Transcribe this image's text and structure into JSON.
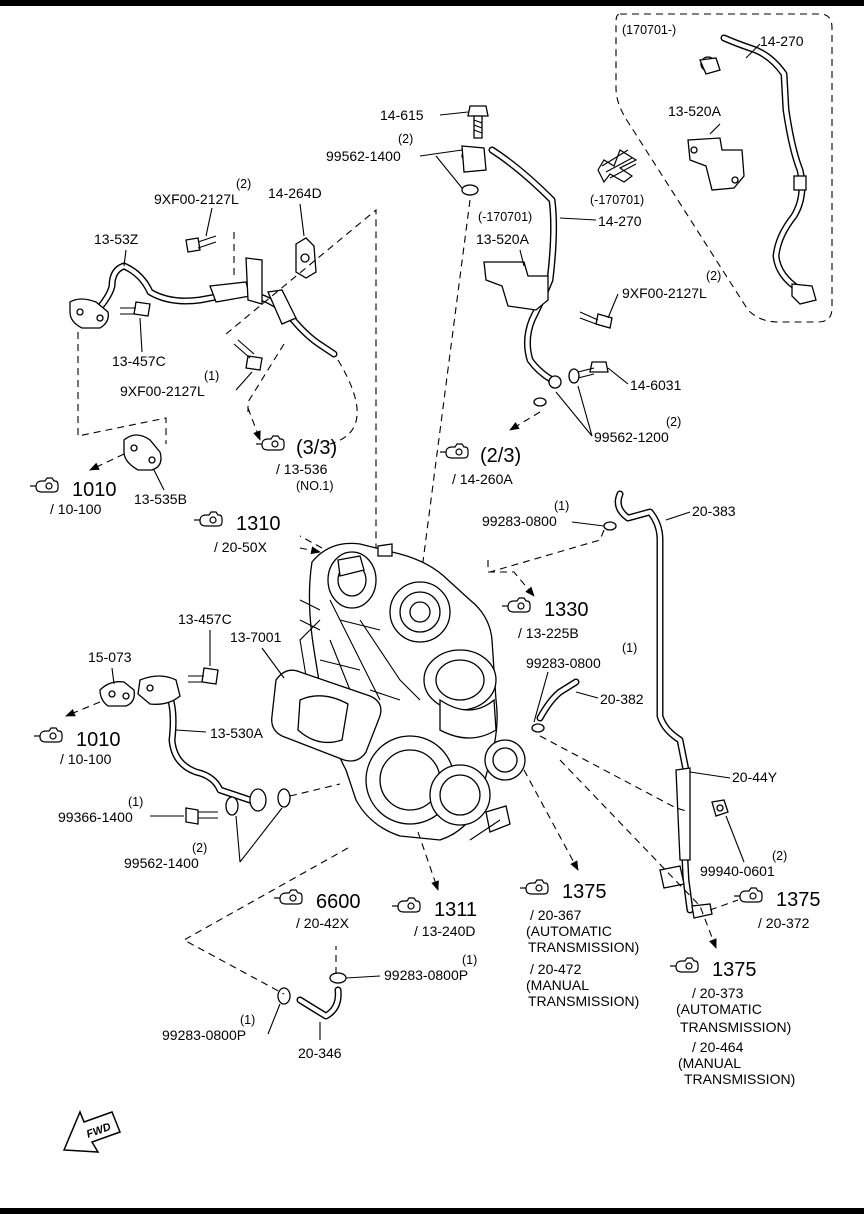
{
  "labels": {
    "l_170701_new": "(170701-)",
    "l_14_270_inset": "14-270",
    "l_13_520A_inset": "13-520A",
    "l_14_615": "14-615",
    "l_q2_a": "(2)",
    "l_99562_1400_top": "99562-1400",
    "l_170701_old_a": "(-170701)",
    "l_14_270": "14-270",
    "l_170701_old_b": "(-170701)",
    "l_13_520A": "13-520A",
    "l_q2_b": "(2)",
    "l_9XF00_2127L_b": "9XF00-2127L",
    "l_14_6031": "14-6031",
    "l_q2_c": "(2)",
    "l_99562_1200": "99562-1200",
    "l_q2_d": "(2)",
    "l_9XF00_2127L_a": "9XF00-2127L",
    "l_14_264D": "14-264D",
    "l_13_53Z": "13-53Z",
    "l_13_457C_top": "13-457C",
    "l_q1_a": "(1)",
    "l_9XF00_2127L_c": "9XF00-2127L",
    "l_13_535B": "13-535B",
    "l_99283_0800_a": "99283-0800",
    "l_q1_b": "(1)",
    "l_20_383": "20-383",
    "l_13_457C_mid": "13-457C",
    "l_13_7001": "13-7001",
    "l_15_073": "15-073",
    "l_13_530A": "13-530A",
    "l_q1_c": "(1)",
    "l_99283_0800_b": "99283-0800",
    "l_20_382": "20-382",
    "l_20_44Y": "20-44Y",
    "l_q1_d": "(1)",
    "l_99366_1400": "99366-1400",
    "l_q2_e": "(2)",
    "l_99562_1400_bot": "99562-1400",
    "l_q2_f": "(2)",
    "l_99940_0601": "99940-0601",
    "l_q1_e": "(1)",
    "l_99283_0800P_a": "99283-0800P",
    "l_q1_f": "(1)",
    "l_99283_0800P_b": "99283-0800P",
    "l_20_346": "20-346",
    "fwd": "FWD"
  },
  "refs": {
    "r1_num": "(3/3)",
    "r1_sub": "/ 13-536",
    "r1_sub2": "(NO.1)",
    "r2_num": "(2/3)",
    "r2_sub": "/ 14-260A",
    "r3_num": "1010",
    "r3_sub": "/ 10-100",
    "r4_num": "1310",
    "r4_sub": "/ 20-50X",
    "r5_num": "1330",
    "r5_sub": "/ 13-225B",
    "r6_num": "1010",
    "r6_sub": "/ 10-100",
    "r7_num": "6600",
    "r7_sub": "/ 20-42X",
    "r8_num": "1311",
    "r8_sub": "/ 13-240D",
    "r9_num": "1375",
    "r9_sub": "/ 20-367",
    "r9_l2": "(AUTOMATIC",
    "r9_l3": "TRANSMISSION)",
    "r9_l4": "/ 20-472",
    "r9_l5": "(MANUAL",
    "r9_l6": "TRANSMISSION)",
    "r10_num": "1375",
    "r10_sub": "/ 20-372",
    "r11_num": "1375",
    "r11_sub": "/ 20-373",
    "r11_l2": "(AUTOMATIC",
    "r11_l3": "TRANSMISSION)",
    "r11_l4": "/ 20-464",
    "r11_l5": "(MANUAL",
    "r11_l6": "TRANSMISSION)"
  },
  "icons": {
    "reference": "camera-reference-icon",
    "direction": "fwd-arrow-icon"
  }
}
